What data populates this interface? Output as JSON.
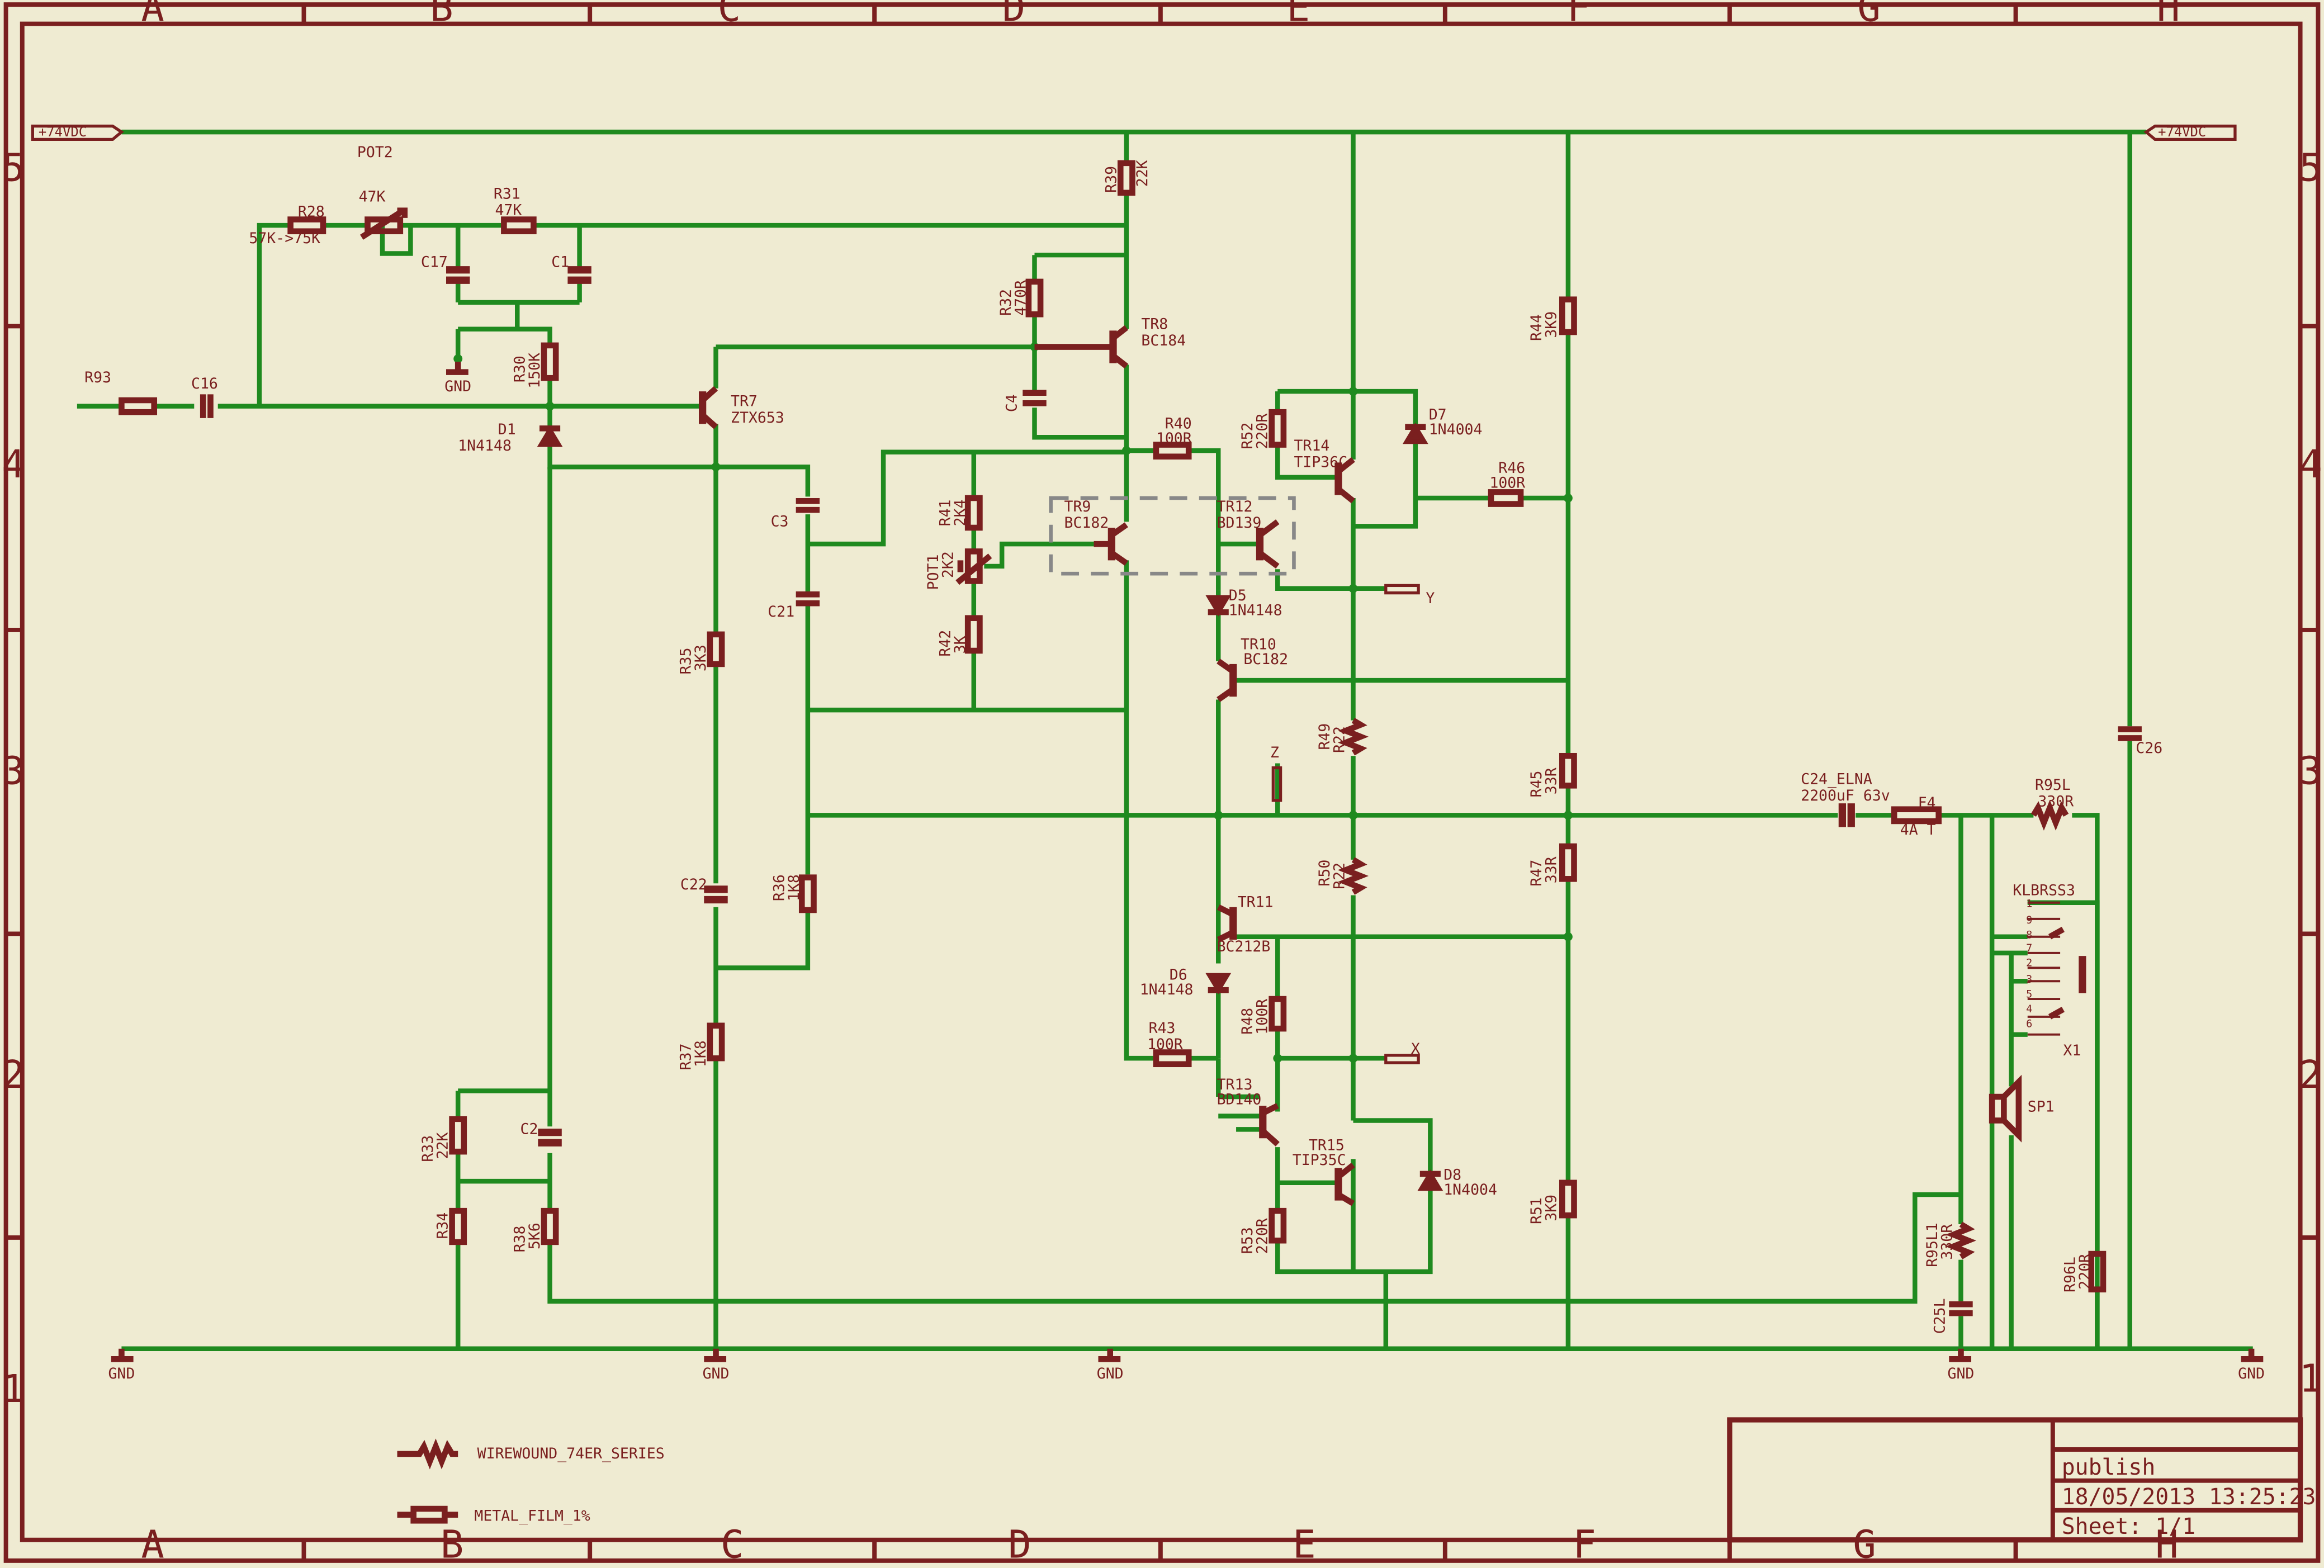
{
  "sheet": {
    "grid_columns": [
      "A",
      "B",
      "C",
      "D",
      "E",
      "F",
      "G",
      "H"
    ],
    "grid_rows": [
      "5",
      "4",
      "3",
      "2",
      "1"
    ],
    "title_block": {
      "name": "publish",
      "date": "18/05/2013 13:25:23",
      "sheet": "Sheet: 1/1"
    },
    "legend": [
      {
        "symbol": "wirewound",
        "label": "WIREWOUND_74ER_SERIES"
      },
      {
        "symbol": "resistor",
        "label": "METAL_FILM_1%"
      }
    ]
  },
  "nets": {
    "supply_left": "+74VDC",
    "supply_right": "+74VDC",
    "gnd": "GND",
    "probe_x": "X",
    "probe_y": "Y",
    "probe_z": "Z"
  },
  "parts": {
    "POT2": "POT2",
    "R28": {
      "name": "R28",
      "value": "57K->75K"
    },
    "POT2_val": "47K",
    "R31": {
      "name": "R31",
      "value": "47K"
    },
    "C17": "C17",
    "C1": "C1",
    "R30": {
      "name": "R30",
      "value": "150K"
    },
    "R93": "R93",
    "C16": "C16",
    "D1": {
      "name": "D1",
      "value": "1N4148"
    },
    "TR7": {
      "name": "TR7",
      "value": "ZTX653"
    },
    "C3": "C3",
    "C21": "C21",
    "R35": {
      "name": "R35",
      "value": "3K3"
    },
    "C22": "C22",
    "R36": {
      "name": "R36",
      "value": "1K8"
    },
    "R37": {
      "name": "R37",
      "value": "1K8"
    },
    "R33": {
      "name": "R33",
      "value": "22K"
    },
    "C2": "C2",
    "R34": "R34",
    "R38": {
      "name": "R38",
      "value": "5K6"
    },
    "R39": {
      "name": "R39",
      "value": "22K"
    },
    "R32": {
      "name": "R32",
      "value": "470R"
    },
    "TR8": {
      "name": "TR8",
      "value": "BC184"
    },
    "C4": "C4",
    "R40": {
      "name": "R40",
      "value": "100R"
    },
    "R41": {
      "name": "R41",
      "value": "2K4"
    },
    "POT1": {
      "name": "POT1",
      "value": "2K2"
    },
    "R42": {
      "name": "R42",
      "value": "3K"
    },
    "TR9": {
      "name": "TR9",
      "value": "BC182"
    },
    "TR12": {
      "name": "TR12",
      "value": "BD139"
    },
    "D5": {
      "name": "D5",
      "value": "1N4148"
    },
    "TR10": {
      "name": "TR10",
      "value": "BC182"
    },
    "R52": {
      "name": "R52",
      "value": "220R"
    },
    "TR14": {
      "name": "TR14",
      "value": "TIP36C"
    },
    "D7": {
      "name": "D7",
      "value": "1N4004"
    },
    "R46": {
      "name": "R46",
      "value": "100R"
    },
    "R44": {
      "name": "R44",
      "value": "3K9"
    },
    "R49": {
      "name": "R49",
      "value": "R22"
    },
    "R50": {
      "name": "R50",
      "value": "R22"
    },
    "R45": {
      "name": "R45",
      "value": "33R"
    },
    "R47": {
      "name": "R47",
      "value": "33R"
    },
    "TR11": {
      "name": "TR11",
      "value": "BC212B"
    },
    "D6": {
      "name": "D6",
      "value": "1N4148"
    },
    "R48": {
      "name": "R48",
      "value": "100R"
    },
    "R43": {
      "name": "R43",
      "value": "100R"
    },
    "TR13": {
      "name": "TR13",
      "value": "BD140"
    },
    "TR15": {
      "name": "TR15",
      "value": "TIP35C"
    },
    "D8": {
      "name": "D8",
      "value": "1N4004"
    },
    "R53": {
      "name": "R53",
      "value": "220R"
    },
    "R51": {
      "name": "R51",
      "value": "3K9"
    },
    "C24": {
      "name": "C24_ELNA",
      "value": "2200uF 63v"
    },
    "F4": {
      "name": "F4",
      "value": "4A T"
    },
    "R95L": {
      "name": "R95L",
      "value": "330R"
    },
    "KLBRSS3": "KLBRSS3",
    "X1": "X1",
    "SP1": "SP1",
    "R95L1": {
      "name": "R95L1",
      "value": "330R"
    },
    "C25L": "C25L",
    "R96L": {
      "name": "R96L",
      "value": "220R"
    },
    "C26": "C26",
    "X1_pins": [
      "1",
      "9",
      "8",
      "7",
      "2",
      "3",
      "5",
      "4",
      "6"
    ]
  },
  "colors": {
    "background": "#efebd2",
    "wire": "#1f8a1f",
    "part": "#7a1f1f",
    "frame": "#7a1f1f"
  }
}
